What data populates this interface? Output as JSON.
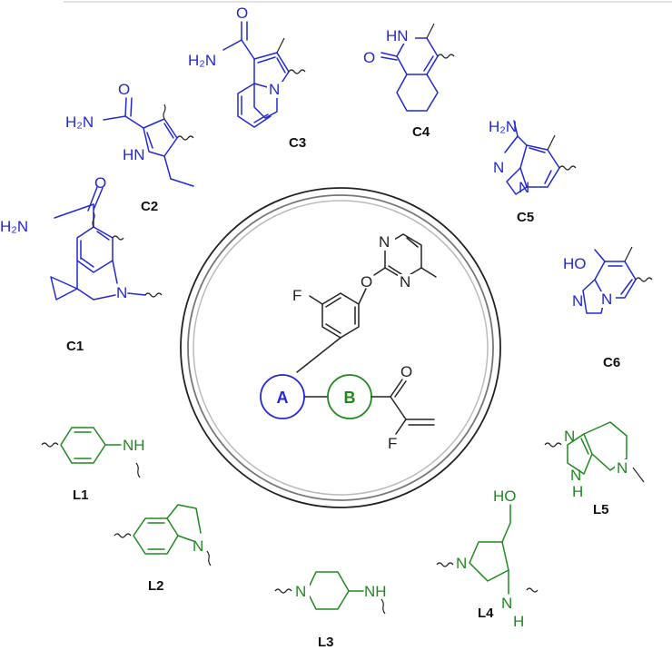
{
  "colors": {
    "scaffold_a": "#2128d6",
    "scaffold_b": "#1e8a1e",
    "core": "#222222",
    "ring": "#888888"
  },
  "labels": {
    "c1": "C1",
    "c2": "C2",
    "c3": "C3",
    "c4": "C4",
    "c5": "C5",
    "c6": "C6",
    "l1": "L1",
    "l2": "L2",
    "l3": "L3",
    "l4": "L4",
    "l5": "L5"
  },
  "center": {
    "a_label": "A",
    "b_label": "B",
    "f_top": "F",
    "o_ether": "O",
    "n_top": "N",
    "n_bottom": "N",
    "o_carbonyl": "O",
    "f_bottom": "F"
  },
  "atoms": {
    "c1_amide": "H₂N",
    "c1_o": "O",
    "c1_n": "N",
    "c2_amide": "H₂N",
    "c2_o": "O",
    "c2_nh": "HN",
    "c3_amide": "H₂N",
    "c3_o": "O",
    "c3_n": "N",
    "c4_hn": "HN",
    "c4_o": "O",
    "c5_nh2": "H₂N",
    "c5_n1": "N",
    "c5_n2": "N",
    "c6_ho": "HO",
    "c6_n1": "N",
    "c6_n2": "N",
    "l1_nh": "NH",
    "l2_n": "N",
    "l3_n": "N",
    "l3_nh": "NH",
    "l4_ho": "HO",
    "l4_n": "N",
    "l4_nh": "N",
    "l4_h": "H",
    "l5_n1": "N",
    "l5_nh": "N",
    "l5_h": "H",
    "l5_n2": "N"
  }
}
